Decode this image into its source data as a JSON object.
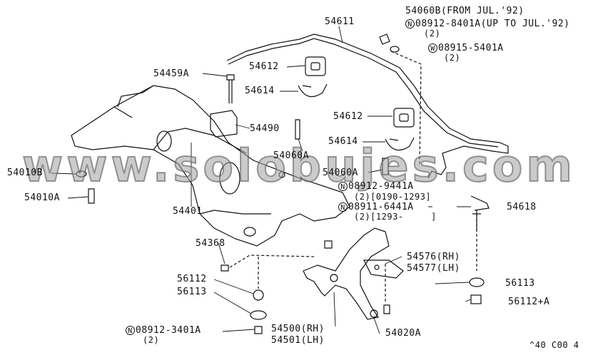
{
  "watermark": "www.solobujes.com",
  "footer_code": "^40 C00 4",
  "labels": {
    "p54060b": "54060B(FROM JUL.'92)",
    "p08912_8401a": "08912-8401A(UP TO JUL.'92)",
    "p08912_8401a_qty": "(2)",
    "p08915_5401a": "08915-5401A",
    "p08915_5401a_qty": "(2)",
    "p54611": "54611",
    "p54612_a": "54612",
    "p54612_b": "54612",
    "p54614_a": "54614",
    "p54614_b": "54614",
    "p54459a": "54459A",
    "p54490": "54490",
    "p54060a_a": "54060A",
    "p54060a_b": "54060A",
    "p54010b": "54010B",
    "p54010a": "54010A",
    "p54401": "54401",
    "p08912_9441a": "08912-9441A",
    "p08912_9441a_qty": "(2)[0190-1293]",
    "p08911_6441a": "08911-6441A",
    "p08911_6441a_qty": "(2)[1293-     ]",
    "p54618": "54618",
    "p54368": "54368",
    "p54576": "54576(RH)",
    "p54577": "54577(LH)",
    "p56112": "56112",
    "p56113_a": "56113",
    "p56113_b": "56113",
    "p56112a": "56112+A",
    "p08912_3401a": "08912-3401A",
    "p08912_3401a_qty": "(2)",
    "p54500": "54500(RH)",
    "p54501": "54501(LH)",
    "p54020a": "54020A"
  },
  "markers": {
    "n": "N",
    "w": "W"
  }
}
